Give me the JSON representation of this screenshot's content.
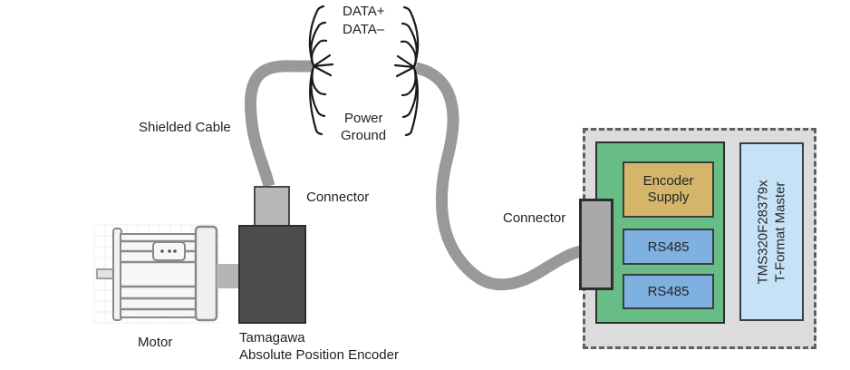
{
  "diagram": {
    "wire_labels": {
      "data_plus": "DATA+",
      "data_minus": "DATA–",
      "power": "Power",
      "ground": "Ground"
    },
    "labels": {
      "shielded_cable": "Shielded Cable",
      "encoder_connector": "Connector",
      "board_connector": "Connector",
      "motor": "Motor",
      "encoder_name": "Tamagawa",
      "encoder_type": "Absolute Position Encoder"
    },
    "board": {
      "encoder_supply": "Encoder Supply",
      "rs485_top": "RS485",
      "rs485_bottom": "RS485",
      "mcu_line1": "TMS320F28379x",
      "mcu_line2": "T-Format Master"
    },
    "colors": {
      "board_bg": "#dcdcdc",
      "front_end_green": "#68bd86",
      "encoder_supply_gold": "#d4b56a",
      "rs485_blue": "#7eb0e0",
      "mcu_blue": "#c5e2f7",
      "cable_gray": "#999999",
      "wire_black": "#1a1a1a",
      "board_connector_gray": "#a9a9a9",
      "encoder_connector_gray": "#b7b7b7",
      "encoder_dark": "#4d4d4d"
    }
  }
}
